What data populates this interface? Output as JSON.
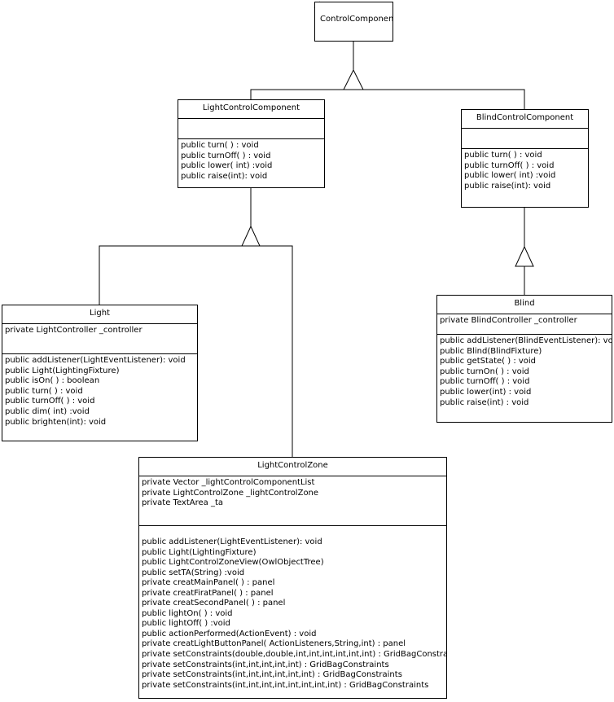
{
  "classes": {
    "control_component": {
      "name": "ControlComponent"
    },
    "light_control_component": {
      "name": "LightControlComponent",
      "attributes": [],
      "operations": [
        "public turn( )  : void",
        "public turnOff(  ) : void",
        "public lower( int) :void",
        "public raise(int): void"
      ]
    },
    "blind_control_component": {
      "name": "BlindControlComponent",
      "attributes": [],
      "operations": [
        "public turn(  )  : void",
        "public turnOff(  ) : void",
        "public lower( int) :void",
        "public raise(int): void"
      ]
    },
    "light": {
      "name": "Light",
      "attributes": [
        "private LightController _controller"
      ],
      "operations": [
        "public addListener(LightEventListener): void",
        "public Light(LightingFixture)",
        "public isOn( ) : boolean",
        "public turn( )  : void",
        "public turnOff(  ) : void",
        "public dim( int) :void",
        "public brighten(int): void"
      ]
    },
    "blind": {
      "name": "Blind",
      "attributes": [
        "private BlindController _controller"
      ],
      "operations": [
        "public addListener(BlindEventListener): void",
        "public Blind(BlindFixture)",
        "public getState( ) : void",
        "public turnOn( ) : void",
        "public turnOff( ) : void",
        "public lower(int) : void",
        "public raise(int) : void"
      ]
    },
    "light_control_zone": {
      "name": "LightControlZone",
      "attributes": [
        "private Vector _lightControlComponentList",
        "private LightControlZone _lightControlZone",
        "private TextArea _ta"
      ],
      "operations": [
        "public addListener(LightEventListener): void",
        "public Light(LightingFixture)",
        "public LightControlZoneView(OwlObjectTree)",
        "public setTA(String) :void",
        "private  creatMainPanel( ) :  panel",
        "private  creatFiratPanel( ) :  panel",
        "private  creatSecondPanel( ) :  panel",
        "public  lightOn( ) : void",
        "public lightOff( ) :void",
        "public actionPerformed(ActionEvent) : void",
        "private  creatLightButtonPanel( ActionListeners,String,int) :  panel",
        "private setConstraints(double,double,int,int,int,int,int,int) : GridBagConstraints",
        "private setConstraints(int,int,int,int,int) : GridBagConstraints",
        "private setConstraints(int,int,int,int,int,int) : GridBagConstraints",
        "private setConstraints(int,int,int,int,int,int,int,int) : GridBagConstraints"
      ]
    }
  }
}
